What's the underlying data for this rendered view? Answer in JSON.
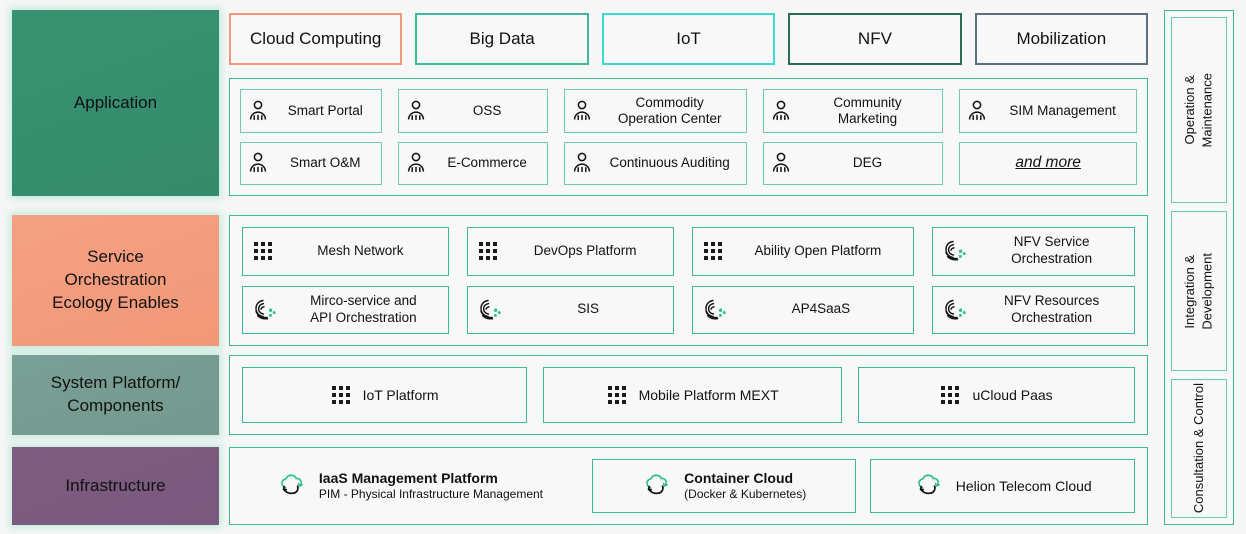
{
  "layers": [
    {
      "id": "application",
      "label": "Application",
      "color": "#389271"
    },
    {
      "id": "service",
      "label": "Service\nOrchestration\nEcology Enables",
      "color": "#f5a183"
    },
    {
      "id": "system",
      "label": "System Platform/\nComponents",
      "color": "#79a096"
    },
    {
      "id": "infrastructure",
      "label": "Infrastructure",
      "color": "#7c5d80"
    }
  ],
  "tabs": [
    {
      "label": "Cloud Computing",
      "color": "#f2977a"
    },
    {
      "label": "Big Data",
      "color": "#3fb79b"
    },
    {
      "label": "IoT",
      "color": "#3fd9d5"
    },
    {
      "label": "NFV",
      "color": "#2a6b5c"
    },
    {
      "label": "Mobilization",
      "color": "#5d6e7c"
    }
  ],
  "application_items": [
    {
      "label": "Smart Portal",
      "icon": "person-icon",
      "style": "normal"
    },
    {
      "label": "OSS",
      "icon": "person-icon",
      "style": "normal"
    },
    {
      "label": "Commodity\nOperation Center",
      "icon": "person-icon",
      "style": "normal"
    },
    {
      "label": "Community\nMarketing",
      "icon": "person-icon",
      "style": "normal"
    },
    {
      "label": "SIM Management",
      "icon": "person-icon",
      "style": "normal"
    },
    {
      "label": "Smart O&M",
      "icon": "person-icon",
      "style": "normal"
    },
    {
      "label": "E-Commerce",
      "icon": "person-icon",
      "style": "normal"
    },
    {
      "label": "Continuous Auditing",
      "icon": "person-icon",
      "style": "normal"
    },
    {
      "label": "DEG",
      "icon": "person-icon",
      "style": "normal"
    },
    {
      "label": "and more",
      "icon": "none",
      "style": "italic-underline"
    }
  ],
  "service_items": [
    {
      "label": "Mesh Network",
      "icon": "grid-dots-icon"
    },
    {
      "label": "DevOps Platform",
      "icon": "grid-dots-icon"
    },
    {
      "label": "Ability Open Platform",
      "icon": "grid-dots-icon"
    },
    {
      "label": "NFV Service\nOrchestration",
      "icon": "orchestration-icon"
    },
    {
      "label": "Mirco-service and\nAPI Orchestration",
      "icon": "orchestration-icon"
    },
    {
      "label": "SIS",
      "icon": "orchestration-icon"
    },
    {
      "label": "AP4SaaS",
      "icon": "orchestration-icon"
    },
    {
      "label": "NFV Resources\nOrchestration",
      "icon": "orchestration-icon"
    }
  ],
  "system_items": [
    {
      "label": "IoT Platform",
      "icon": "grid-dots-icon"
    },
    {
      "label": "Mobile Platform MEXT",
      "icon": "grid-dots-icon"
    },
    {
      "label": "uCloud Paas",
      "icon": "grid-dots-icon"
    }
  ],
  "infrastructure_items": [
    {
      "title": "IaaS Management Platform",
      "subtitle": "PIM - Physical Infrastructure Management",
      "icon": "cloud-icon",
      "bordered": false
    },
    {
      "title": "Container Cloud",
      "subtitle": "(Docker & Kubernetes)",
      "icon": "cloud-icon",
      "bordered": true
    },
    {
      "title": "Helion Telecom Cloud",
      "subtitle": "",
      "icon": "cloud-icon",
      "bordered": true
    }
  ],
  "right_rail": [
    {
      "label": "Operation &\nMaintenance"
    },
    {
      "label": "Integration &\nDevelopment"
    },
    {
      "label": "Consultation & Control"
    }
  ],
  "colors": {
    "teal": "#3fb79b",
    "teal_light": "#6fc9b6",
    "panel_bg": "#f8f8f8",
    "page_bg": "#f7f7f7",
    "green_dot": "#2fc08a"
  }
}
